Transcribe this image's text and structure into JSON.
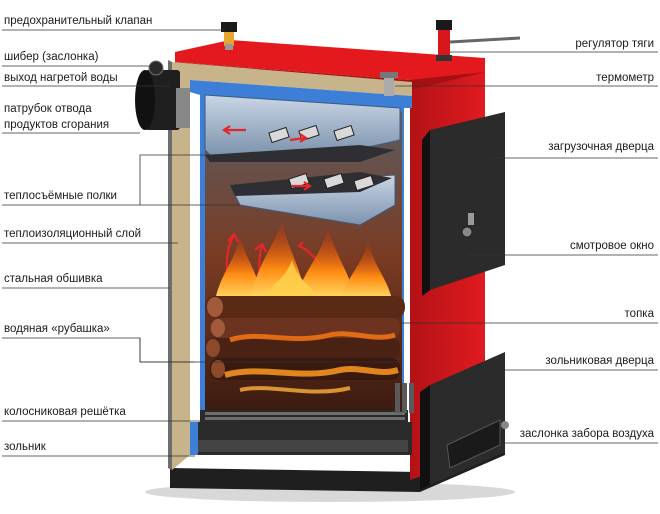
{
  "labels_left": [
    {
      "key": "safety_valve",
      "text": "предохранительный клапан"
    },
    {
      "key": "damper",
      "text": "шибер (заслонка)"
    },
    {
      "key": "hot_water_outlet",
      "text": "выход нагретой воды"
    },
    {
      "key": "flue_pipe_1",
      "text": "патрубок отвода"
    },
    {
      "key": "flue_pipe_2",
      "text": "продуктов сгорания"
    },
    {
      "key": "heat_shelves",
      "text": "теплосъёмные полки"
    },
    {
      "key": "insulation",
      "text": "теплоизоляционный слой"
    },
    {
      "key": "steel_casing",
      "text": "стальная обшивка"
    },
    {
      "key": "water_jacket",
      "text": "водяная «рубашка»"
    },
    {
      "key": "grate",
      "text": "колосниковая решётка"
    },
    {
      "key": "ash_pit",
      "text": "зольник"
    }
  ],
  "labels_right": [
    {
      "key": "draft_regulator",
      "text": "регулятор тяги"
    },
    {
      "key": "thermometer",
      "text": "термометр"
    },
    {
      "key": "loading_door",
      "text": "загрузочная дверца"
    },
    {
      "key": "viewing_window",
      "text": "смотровое окно"
    },
    {
      "key": "firebox",
      "text": "топка"
    },
    {
      "key": "ash_door",
      "text": "зольниковая дверца"
    },
    {
      "key": "air_damper",
      "text": "заслонка забора воздуха"
    }
  ],
  "colors": {
    "casing_red": "#d8171c",
    "casing_dark": "#7e0c0e",
    "water_blue": "#3d7fd6",
    "insulation_tan": "#c7b48a",
    "door_dark": "#2b2b2b",
    "fire_orange": "#f57a12"
  }
}
